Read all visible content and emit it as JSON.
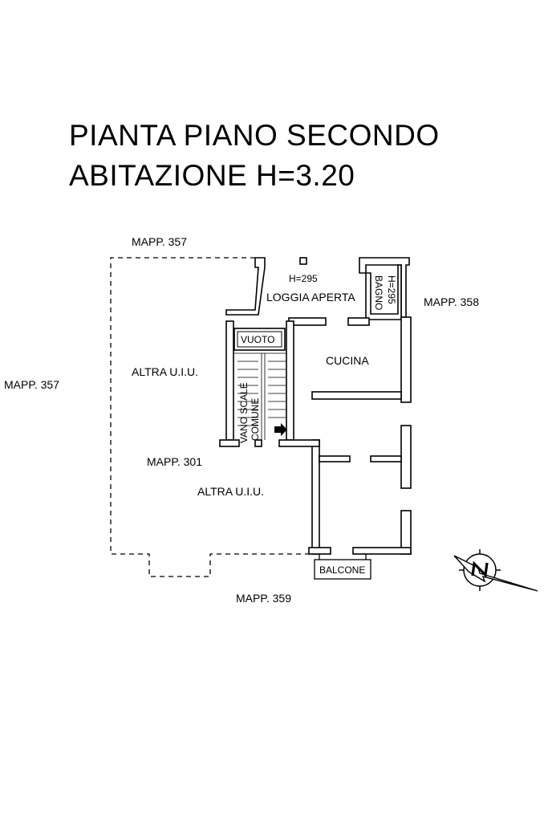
{
  "title": {
    "line1": "PIANTA PIANO SECONDO",
    "line2": "ABITAZIONE  H=3.20"
  },
  "labels": {
    "mapp357_top": "MAPP. 357",
    "mapp357_left": "MAPP. 357",
    "mapp358": "MAPP. 358",
    "mapp301": "MAPP. 301",
    "mapp359": "MAPP. 359",
    "loggia_height": "H=295",
    "loggia": "LOGGIA APERTA",
    "bagno": "BAGNO",
    "bagno_height": "H=295",
    "vuoto": "VUOTO",
    "cucina": "CUCINA",
    "altra_uiu_top": "ALTRA U.I.U.",
    "altra_uiu_bottom": "ALTRA U.I.U.",
    "vano_scale": "VANO SCALE",
    "comune": "COMUNE",
    "balcone": "BALCONE"
  },
  "icons": {
    "north_arrow": "north-arrow-icon",
    "entrance_arrow": "arrow-right-icon"
  }
}
